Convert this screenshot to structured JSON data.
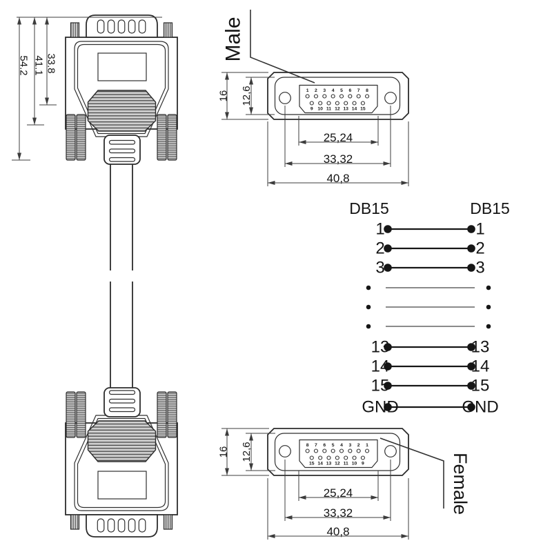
{
  "drawing": {
    "background": "#ffffff",
    "line_color": "#2b2b2b",
    "dim_color": "#3c3c3c",
    "hatch_fill": "#cfcfcf"
  },
  "cable_view": {
    "dims": [
      "54.2",
      "41.1",
      "33.8"
    ]
  },
  "male_view": {
    "label": "Male",
    "height_dims": [
      "16",
      "12,6"
    ],
    "width_dims": [
      "25,24",
      "33,32",
      "40,8"
    ],
    "pins_top": [
      "1",
      "2",
      "3",
      "4",
      "5",
      "6",
      "7",
      "8"
    ],
    "pins_bottom": [
      "9",
      "10",
      "11",
      "12",
      "13",
      "14",
      "15"
    ]
  },
  "female_view": {
    "label": "Female",
    "height_dims": [
      "16",
      "12,6"
    ],
    "width_dims": [
      "25,24",
      "33,32",
      "40,8"
    ],
    "pins_top": [
      "8",
      "7",
      "6",
      "5",
      "4",
      "3",
      "2",
      "1"
    ],
    "pins_bottom": [
      "15",
      "14",
      "13",
      "12",
      "11",
      "10",
      "9"
    ]
  },
  "wiring": {
    "left_header": "DB15",
    "right_header": "DB15",
    "rows": [
      {
        "type": "wire",
        "left": "1",
        "right": "1"
      },
      {
        "type": "wire",
        "left": "2",
        "right": "2"
      },
      {
        "type": "wire",
        "left": "3",
        "right": "3"
      },
      {
        "type": "dots"
      },
      {
        "type": "dots"
      },
      {
        "type": "dots"
      },
      {
        "type": "wire",
        "left": "13",
        "right": "13"
      },
      {
        "type": "wire",
        "left": "14",
        "right": "14"
      },
      {
        "type": "wire",
        "left": "15",
        "right": "15"
      },
      {
        "type": "wire",
        "left": "GND",
        "right": "GND"
      }
    ]
  }
}
